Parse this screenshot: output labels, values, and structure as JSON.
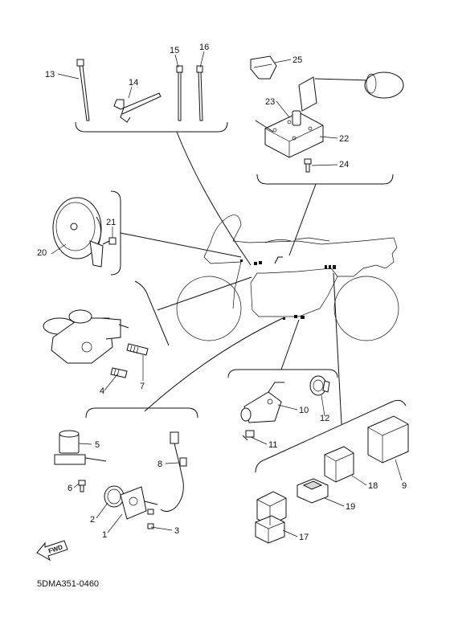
{
  "callouts": {
    "c1": "1",
    "c2": "2",
    "c3": "3",
    "c4": "4",
    "c5": "5",
    "c6": "6",
    "c7": "7",
    "c8": "8",
    "c9": "9",
    "c10": "10",
    "c11": "11",
    "c12": "12",
    "c13": "13",
    "c14": "14",
    "c15": "15",
    "c16": "16",
    "c17": "17",
    "c18": "18",
    "c19": "19",
    "c20": "20",
    "c21": "21",
    "c22": "22",
    "c23": "23",
    "c24": "24",
    "c25": "25"
  },
  "fwd_label": "FWD",
  "drawing_code": "5DMA351-0460"
}
